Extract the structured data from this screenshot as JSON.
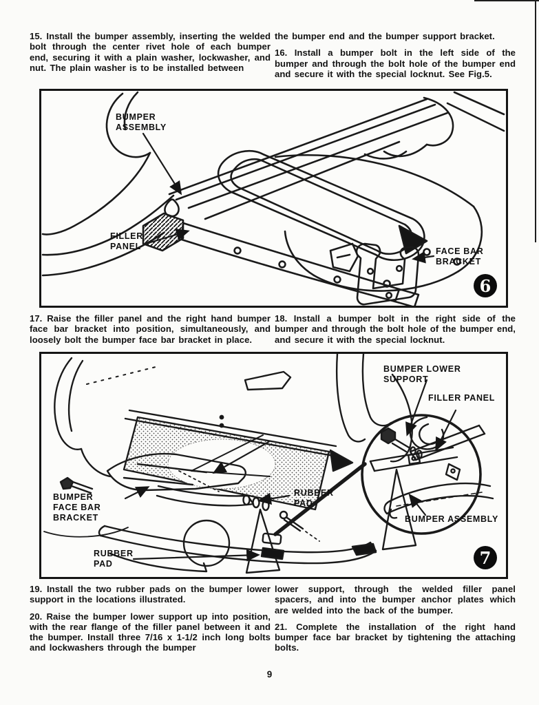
{
  "page": {
    "number": "9"
  },
  "text": {
    "step15": "15. Install the bumper assembly, inserting the welded bolt through the center rivet hole of each bumper end, securing it with a plain washer, lockwasher, and nut. The plain washer is to be installed between",
    "step15_cont": "the bumper end and the bumper support bracket.",
    "step16": "16. Install a bumper bolt in the left side of the bumper and through the bolt hole of the bumper end and secure it with the special locknut. See Fig.5.",
    "step17": "17. Raise the filler panel and the right hand bumper face bar bracket into position, simultaneously, and loosely bolt the bumper face bar bracket in place.",
    "step18": "18. Install a bumper bolt in the right side of the bumper and through the bolt hole of the bumper end, and secure it with the special locknut.",
    "step19": "19. Install the two rubber pads on the bumper lower support in the locations illustrated.",
    "step20": "20. Raise the bumper lower support up into position, with the rear flange of the filler panel between it and the bumper. Install three 7/16 x 1-1/2 inch long bolts and lockwashers through the bumper",
    "step20_cont": "lower support, through the welded filler panel spacers, and into the bumper anchor plates which are welded into the back of the bumper.",
    "step21": "21. Complete the installation of the right hand bumper face bar bracket by tightening the attaching bolts."
  },
  "fig6": {
    "badge": "6",
    "labels": {
      "bumper_assembly": "BUMPER\nASSEMBLY",
      "filler_panel": "FILLER\nPANEL",
      "face_bar_bracket": "FACE BAR\nBRACKET"
    }
  },
  "fig7": {
    "badge": "7",
    "labels": {
      "bumper_lower_support": "BUMPER LOWER SUPPORT",
      "filler_panel": "FILLER PANEL",
      "bumper_assembly": "BUMPER ASSEMBLY",
      "bumper_face_bar_bracket": "BUMPER\nFACE BAR\nBRACKET",
      "rubber_pad_right": "RUBBER\nPAD",
      "rubber_pad_bottom": "RUBBER\nPAD"
    }
  },
  "colors": {
    "ink": "#151515",
    "paper": "#fbfbf9"
  }
}
